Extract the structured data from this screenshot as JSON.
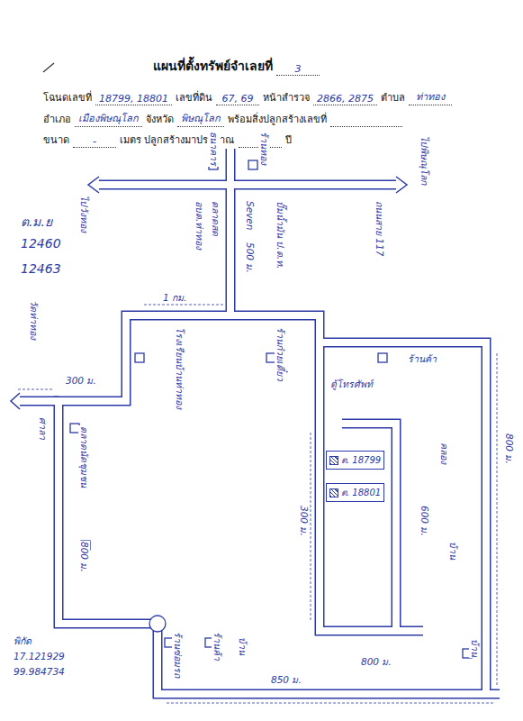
{
  "diagram": {
    "title": "แผนที่ตั้งทรัพย์จำเลยที่",
    "nodes": [
      {
        "text": [
          "ต. 18799"
        ]
      },
      {
        "text": [
          "ต. 18801"
        ]
      }
    ],
    "labels": [
      "3",
      "โฉนดเลขที่",
      "18799, 18801",
      "เลขที่ดิน",
      "67, 69",
      "หน้าสำรวจ",
      "2866, 2875",
      "ตำบล",
      "ท่าทอง",
      "อำเภอ",
      "เมืองพิษณุโลก",
      "จังหวัด",
      "พิษณุโลก",
      "พร้อมสิ่งปลูกสร้างเลขที่",
      "ขนาด",
      "-",
      "เมตร ปลูกสร้างมาประมาณ",
      "-",
      "ปี",
      "ร้านทอง",
      "ธนาคาร",
      "ไปพิษณุโลก",
      "ไปวังทอง",
      "ตลาดสด",
      "อบต.ท่าทอง",
      "Seven",
      "500 ม.",
      "ปั๊มน้ำมัน ป.ต.ท.",
      "ถนนสาย 117",
      "1 กม.",
      "300 ม.",
      "วัดท่าทอง",
      "โรงเรียนบ้านท่าทอง",
      "ร้านก๋วยเตี๋ยว",
      "ศาลา",
      "ตลาดนัดชุมชน",
      "800 ม.",
      "ร้านซ่อมรถ",
      "ร้านค้า",
      "บ้าน",
      "850 ม.",
      "ร้านค้า",
      "ตู้โทรศัพท์",
      "800 ม.",
      "คลอง",
      "600 ม.",
      "300 ม.",
      "บ้าน",
      "800 ม.",
      "บ้าน",
      "ต.ม.ย",
      "12460",
      "12463",
      "พิกัด",
      "17.121929",
      "99.984734"
    ]
  }
}
